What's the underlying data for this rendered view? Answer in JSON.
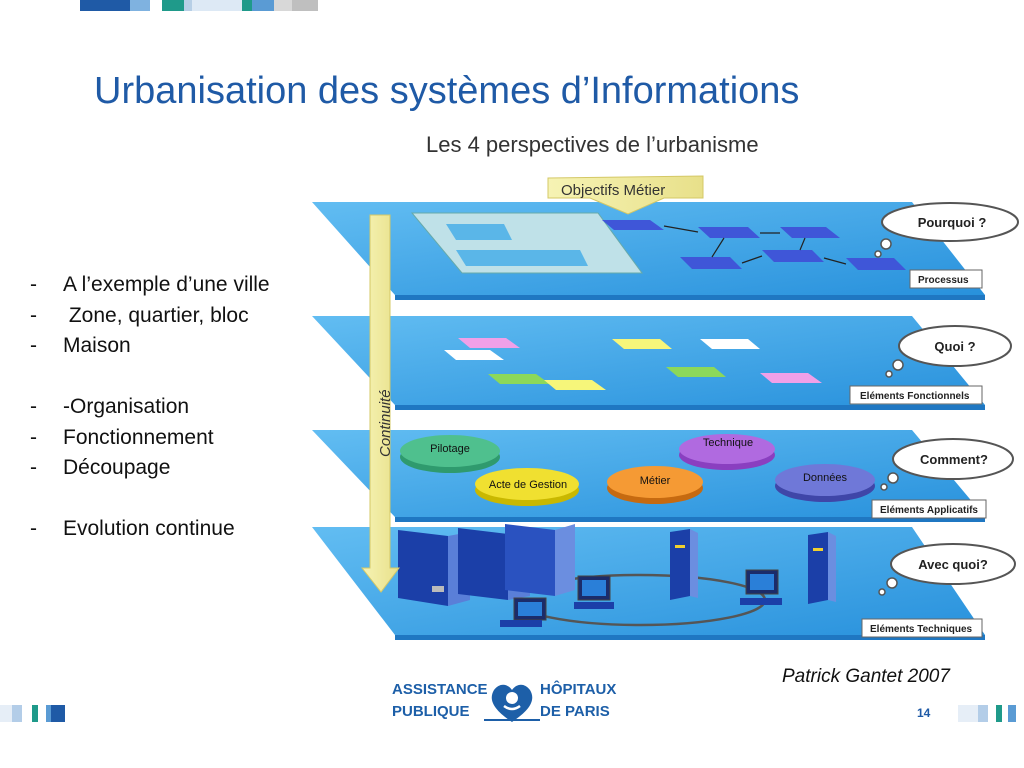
{
  "slide": {
    "title": "Urbanisation des systèmes d’Informations",
    "page_number": "14",
    "author": "Patrick Gantet 2007",
    "bullets": [
      {
        "dash": "-",
        "text": "A l’exemple d’une ville"
      },
      {
        "dash": "-",
        "text": " Zone, quartier, bloc"
      },
      {
        "dash": "-",
        "text": "Maison"
      },
      {
        "gap": true
      },
      {
        "dash": "-",
        "text": "-Organisation"
      },
      {
        "dash": "-",
        "text": "Fonctionnement"
      },
      {
        "dash": "-",
        "text": "Découpage"
      },
      {
        "gap": true
      },
      {
        "dash": "-",
        "text": "Evolution continue"
      }
    ]
  },
  "diagram": {
    "heading": "Les 4 perspectives de l’urbanisme",
    "objectifs": "Objectifs Métier",
    "continuite": "Continuité",
    "questions": [
      "Pourquoi ?",
      "Quoi ?",
      "Comment?",
      "Avec quoi?"
    ],
    "layer_labels": [
      "Processus",
      "Eléments Fonctionnels",
      "Eléments Applicatifs",
      "Eléments Techniques"
    ],
    "app_modules": [
      "Pilotage",
      "Technique",
      "Acte de Gestion",
      "Métier",
      "Données"
    ]
  },
  "logo": {
    "left_line1": "ASSISTANCE",
    "left_line2": "PUBLIQUE",
    "right_line1": "HÔPITAUX",
    "right_line2": "DE  PARIS"
  },
  "colors": {
    "title": "#1f5aa6",
    "plane": "#3ea5e8",
    "logo_blue": "#1d5fa8"
  }
}
